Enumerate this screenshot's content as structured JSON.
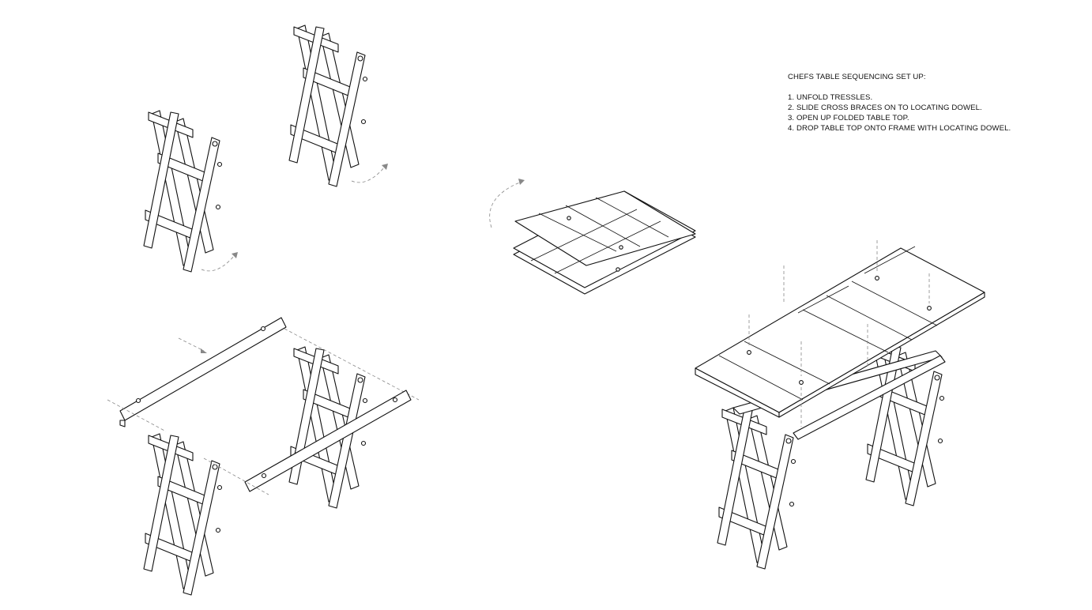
{
  "notes": {
    "title": "CHEFS TABLE SEQUENCING SET UP:",
    "steps": [
      "1. UNFOLD TRESSLES.",
      "2. SLIDE CROSS BRACES ON TO LOCATING DOWEL.",
      "3. OPEN UP FOLDED TABLE TOP.",
      "4. DROP TABLE TOP ONTO FRAME WITH LOCATING DOWEL."
    ]
  },
  "colors": {
    "line": "#111111",
    "guide": "#888888",
    "background": "#ffffff"
  }
}
